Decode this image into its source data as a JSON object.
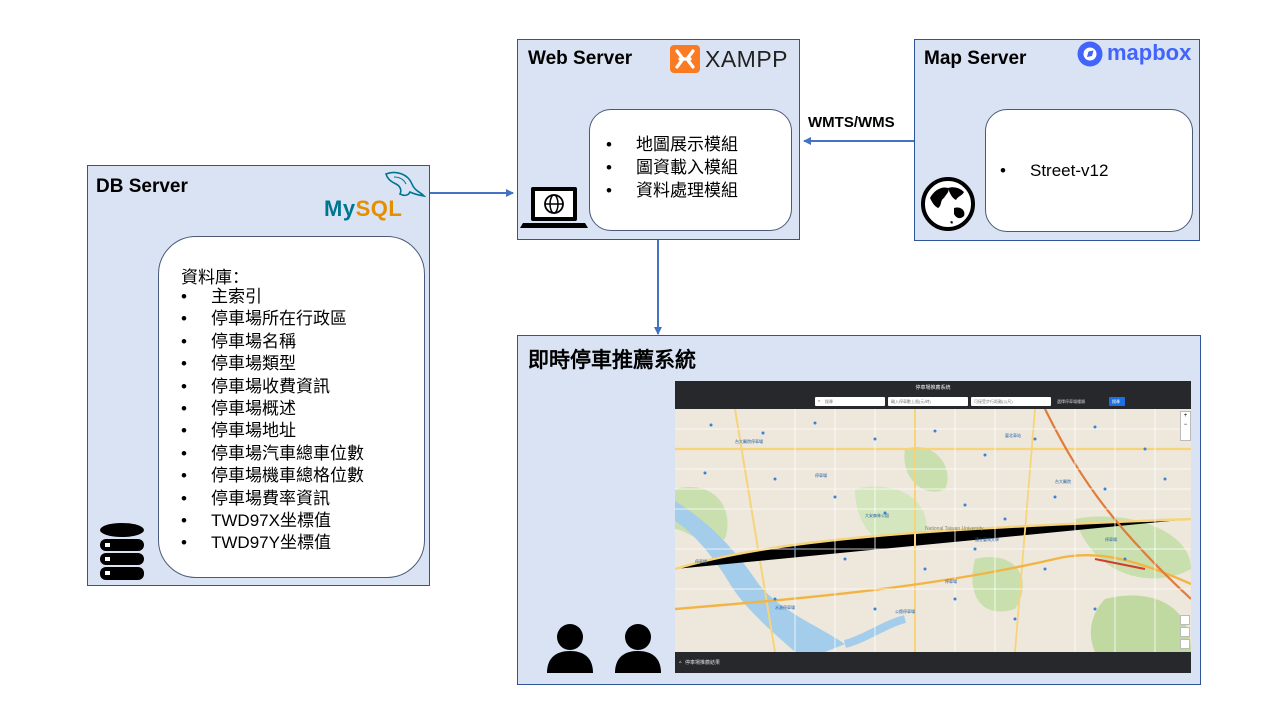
{
  "db_server": {
    "title": "DB Server",
    "logo_text": "MySQL",
    "db_heading": "資料庫：",
    "fields": [
      "主索引",
      "停車場所在行政區",
      "停車場名稱",
      "停車場類型",
      "停車場收費資訊",
      "停車場概述",
      "停車場地址",
      "停車場汽車總車位數",
      "停車場機車總格位數",
      "停車場費率資訊",
      "TWD97X坐標值",
      "TWD97Y坐標值"
    ]
  },
  "web_server": {
    "title": "Web Server",
    "logo_text": "XAMPP",
    "modules": [
      "地圖展示模組",
      "圖資載入模組",
      "資料處理模組"
    ]
  },
  "map_server": {
    "title": "Map Server",
    "logo_text": "mapbox",
    "styles": [
      "Street-v12"
    ]
  },
  "connection": {
    "label": "WMTS/WMS"
  },
  "system": {
    "title": "即時停車推薦系統",
    "screenshot": {
      "app_title": "停車場推薦系統",
      "search_placeholder": "搜尋",
      "input1": "輸入停車數上限(元/時)",
      "input2": "可接受步行距離(公尺)",
      "select": "選擇停車場種類",
      "button": "搜尋",
      "footer": "停車場推薦結果",
      "map_labels": [
        "National Taiwan University",
        "台大醫院停車場",
        "大安森林公園",
        "國立臺灣大學",
        "臺北車站",
        "公館停車場",
        "水源停車場",
        "台大醫院",
        "停車場",
        "停車場",
        "停車場",
        "停車場"
      ]
    }
  },
  "colors": {
    "panel_fill": "#dae3f3",
    "panel_border": "#2f5597",
    "arrow": "#4472c4",
    "mysql_blue": "#00758f",
    "mysql_orange": "#e48e00",
    "xampp_orange": "#fb7a24",
    "mapbox_blue": "#4264fb"
  }
}
